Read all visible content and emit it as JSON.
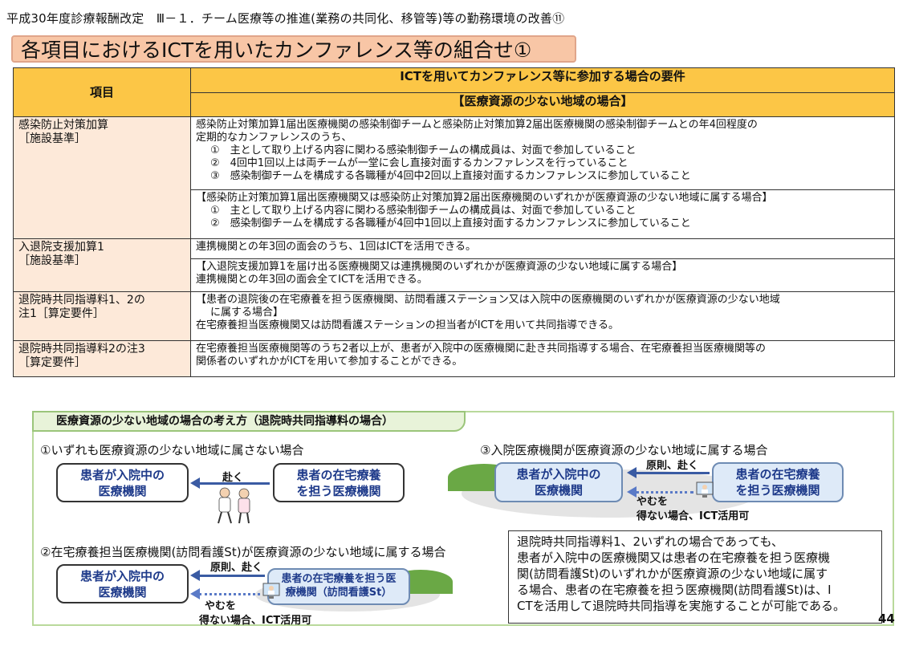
{
  "header": {
    "topline": "平成30年度診療報酬改定　Ⅲ－１．チーム医療等の推進(業務の共同化、移管等)等の勤務環境の改善⑪",
    "title": "各項目におけるICTを用いたカンファレンス等の組合せ①"
  },
  "table": {
    "col_item": "項目",
    "col_req": "ICTを用いてカンファレンス等に参加する場合の要件",
    "col_req_sub": "【医療資源の少ない地域の場合】",
    "rows": [
      {
        "item1": "感染防止対策加算",
        "item2": "［施設基準］",
        "a": [
          "感染防止対策加算1届出医療機関の感染制御チームと感染防止対策加算2届出医療機関の感染制御チームとの年4回程度の",
          "定期的なカンファレンスのうち、",
          "①　主として取り上げる内容に関わる感染制御チームの構成員は、対面で参加していること",
          "②　4回中1回以上は両チームが一堂に会し直接対面するカンファレンスを行っていること",
          "③　感染制御チームを構成する各職種が4回中2回以上直接対面するカンファレンスに参加していること"
        ],
        "b": [
          "【感染防止対策加算1届出医療機関又は感染防止対策加算2届出医療機関のいずれかが医療資源の少ない地域に属する場合】",
          "①　主として取り上げる内容に関わる感染制御チームの構成員は、対面で参加していること",
          "②　感染制御チームを構成する各職種が4回中1回以上直接対面するカンファレンスに参加していること"
        ]
      },
      {
        "item1": "入退院支援加算1",
        "item2": "［施設基準］",
        "a": [
          "連携機関との年3回の面会のうち、1回はICTを活用できる。"
        ],
        "b": [
          "【入退院支援加算1を届け出る医療機関又は連携機関のいずれかが医療資源の少ない地域に属する場合】",
          "連携機関との年3回の面会全てICTを活用できる。"
        ]
      },
      {
        "item1": "退院時共同指導料1、2の",
        "item2": "注1［算定要件］",
        "a": [
          "【患者の退院後の在宅療養を担う医療機関、訪問看護ステーション又は入院中の医療機関のいずれかが医療資源の少ない地域",
          "に属する場合】",
          "在宅療養担当医療機関又は訪問看護ステーションの担当者がICTを用いて共同指導できる。"
        ]
      },
      {
        "item1": "退院時共同指導料2の注3",
        "item2": "［算定要件］",
        "a": [
          "在宅療養担当医療機関等のうち2者以上が、患者が入院中の医療機関に赴き共同指導する場合、在宅療養担当医療機関等の",
          "関係者のいずれかがICTを用いて参加することができる。"
        ]
      }
    ]
  },
  "diagram": {
    "heading": "医療資源の少ない地域の場合の考え方（退院時共同指導料の場合）",
    "case1": "①いずれも医療資源の少ない地域に属さない場合",
    "case2": "②在宅療養担当医療機関(訪問看護St)が医療資源の少ない地域に属する場合",
    "case3": "③入院医療機関が医療資源の少ない地域に属する場合",
    "hospital": [
      "患者が入院中の",
      "医療機関"
    ],
    "home": [
      "患者の在宅療養",
      "を担う医療機関"
    ],
    "home2": [
      "患者の在宅療養を担う医",
      "療機関（訪問看護St）"
    ],
    "home3": [
      "患者の在宅療養",
      "を担う医療機関"
    ],
    "go": "赴く",
    "go_principle": "原則、赴く",
    "ict1": "やむを",
    "ict2": "得ない場合、ICT活用可",
    "note": [
      "退院時共同指導料1、2いずれの場合であっても、",
      "患者が入院中の医療機関又は患者の在宅療養を担う医療機",
      "関(訪問看護St)のいずれかが医療資源の少ない地域に属す",
      "る場合、患者の在宅療養を担う医療機関(訪問看護St)は、I",
      "CTを活用して退院時共同指導を実施することが可能である。"
    ]
  },
  "page": "44",
  "colors": {
    "header": "#fcc646",
    "item_bg": "#fde9d9",
    "title_bg": "#f8c6a6",
    "node_blue": "#deeaf8",
    "hill": "#6aa845"
  }
}
